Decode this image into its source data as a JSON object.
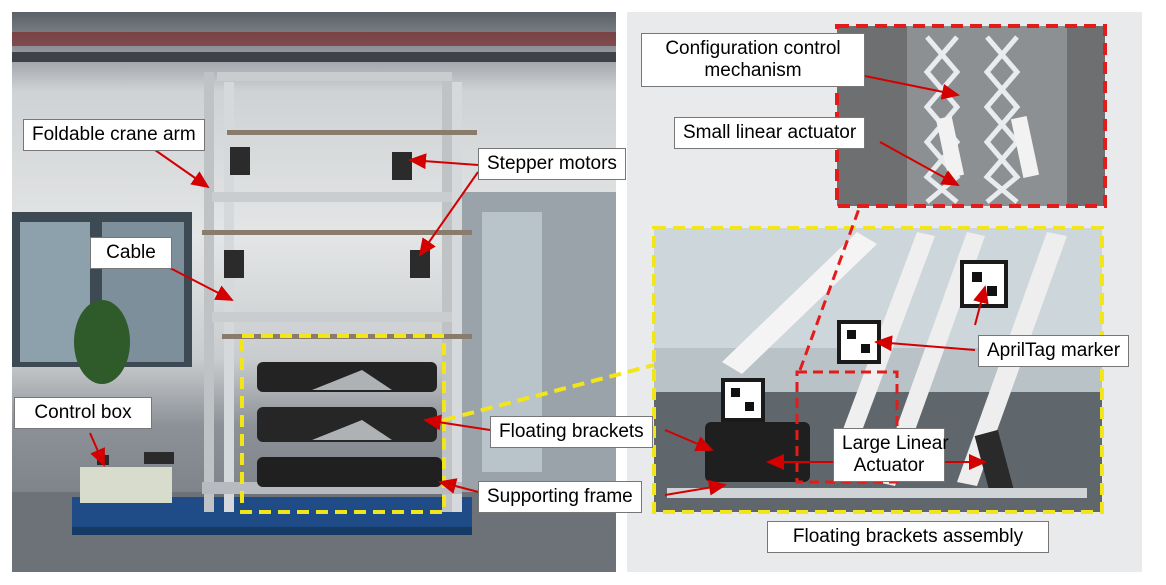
{
  "labels": {
    "foldable_crane_arm": "Foldable crane arm",
    "stepper_motors": "Stepper motors",
    "cable": "Cable",
    "control_box": "Control box",
    "floating_brackets": "Floating brackets",
    "supporting_frame": "Supporting frame",
    "configuration_control_line1": "Configuration control",
    "configuration_control_line2": "mechanism",
    "small_linear_actuator": "Small linear actuator",
    "apriltag_marker": "AprilTag marker",
    "large_linear_line1": "Large Linear",
    "large_linear_line2": "Actuator",
    "floating_brackets_assembly": "Floating brackets assembly"
  },
  "colors": {
    "arrow": "#d40000",
    "highlight_red": "#e21b1b",
    "highlight_yellow": "#f2e51a"
  }
}
